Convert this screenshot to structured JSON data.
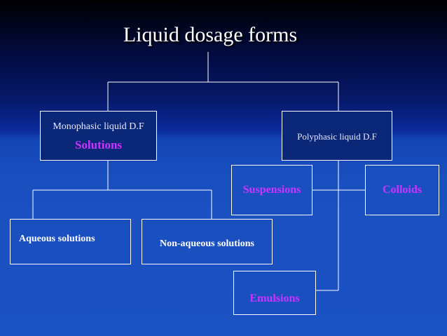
{
  "title": "Liquid dosage forms",
  "monophasic": {
    "label": "Monophasic liquid D.F",
    "sublabel": "Solutions"
  },
  "polyphasic": {
    "label": "Polyphasic liquid D.F"
  },
  "monophasic_children": [
    "Aqueous solutions",
    "Non-aqueous solutions"
  ],
  "polyphasic_children": [
    "Suspensions",
    "Colloids",
    "Emulsions"
  ],
  "colors": {
    "box_border": "#ffffff",
    "highlight_text": "#cc33ff",
    "plain_text": "#ffffff",
    "background": "#1b52c4"
  }
}
